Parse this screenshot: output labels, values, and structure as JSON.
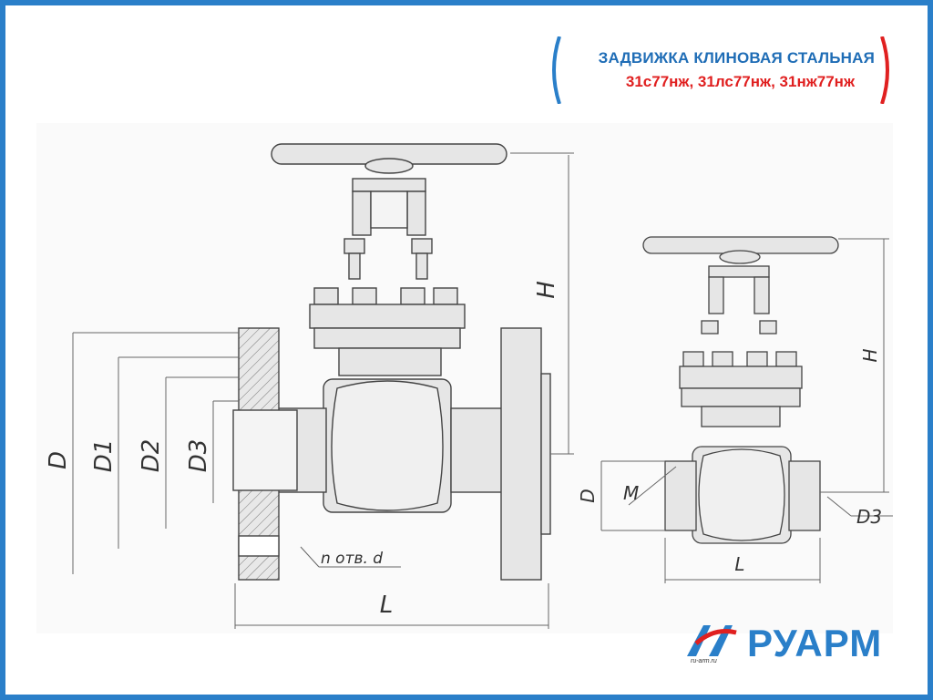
{
  "title": {
    "main": "ЗАДВИЖКА КЛИНОВАЯ СТАЛЬНАЯ",
    "models": "31с77нж, 31лс77нж, 31нж77нж"
  },
  "flanged_view": {
    "dims": {
      "D": "D",
      "D1": "D1",
      "D2": "D2",
      "D3": "D3",
      "L": "L",
      "H": "H",
      "holes": "n отв. d"
    }
  },
  "coupling_view": {
    "dims": {
      "D": "D",
      "M": "M",
      "D3": "D3",
      "L": "L",
      "H": "H"
    }
  },
  "logo": {
    "text": "РУАРМ",
    "url": "ru-arm.ru"
  },
  "colors": {
    "brand_blue": "#2a7fc9",
    "accent_red": "#e02020",
    "line": "#444444",
    "fill": "#e6e6e6"
  }
}
